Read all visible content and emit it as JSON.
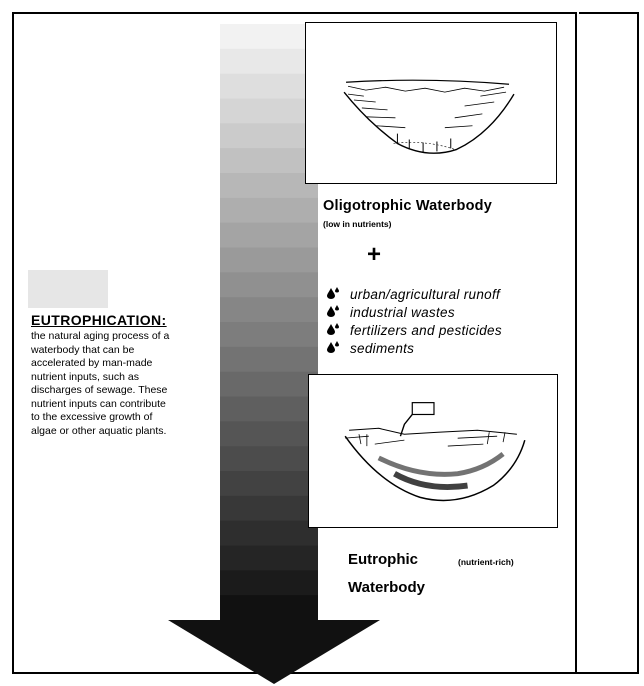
{
  "diagram": {
    "definition": {
      "heading": "EUTROPHICATION:",
      "text": "the natural aging process of a waterbody that can be accelerated by man-made nutrient inputs, such as discharges of sewage. These nutrient inputs can contribute to the excessive growth of algae or other aquatic plants."
    },
    "oligotrophic": {
      "title": "Oligotrophic Waterbody",
      "subtitle": "(low in nutrients)"
    },
    "plus": "+",
    "inputs": [
      {
        "icon": "drops-icon",
        "text": "urban/agricultural runoff"
      },
      {
        "icon": "drops-icon",
        "text": "industrial wastes"
      },
      {
        "icon": "drops-icon",
        "text": "fertilizers and pesticides"
      },
      {
        "icon": "drops-icon",
        "text": "sediments"
      }
    ],
    "eutrophic": {
      "title": "Eutrophic",
      "note": "(nutrient-rich)",
      "subtitle": "Waterbody"
    },
    "colors": {
      "arrow_start": "#f2f2f2",
      "arrow_end": "#111111",
      "band": "#e6e6e6"
    }
  }
}
